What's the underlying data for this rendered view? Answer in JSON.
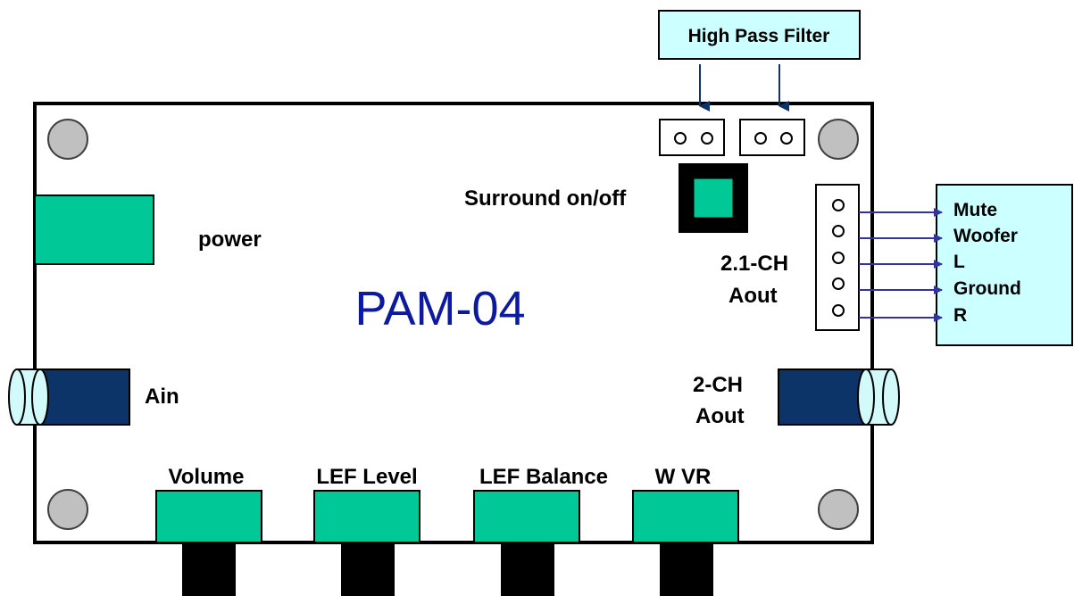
{
  "board": {
    "title": "PAM-04"
  },
  "labels": {
    "power": "power",
    "ain": "Ain",
    "surround": "Surround on/off",
    "ch21_line1": "2.1-CH",
    "ch21_line2": "Aout",
    "ch2_line1": "2-CH",
    "ch2_line2": "Aout",
    "high_pass_filter": "High Pass Filter"
  },
  "knobs": [
    {
      "label": "Volume"
    },
    {
      "label": "LEF Level"
    },
    {
      "label": "LEF Balance"
    },
    {
      "label": "W VR"
    }
  ],
  "pins": [
    {
      "label": "Mute"
    },
    {
      "label": "Woofer"
    },
    {
      "label": "L"
    },
    {
      "label": "Ground"
    },
    {
      "label": "R"
    }
  ],
  "colors": {
    "board_fill": "#ffffff",
    "component_green": "#00c896",
    "jack_navy": "#0d3468",
    "jack_tip": "#d2fafa",
    "callout_fill": "#ccffff",
    "mount_hole": "#c0c0c0",
    "arrow_purple": "#33339a",
    "arrow_navy": "#0d3468",
    "title_blue": "#0b1a9e"
  }
}
